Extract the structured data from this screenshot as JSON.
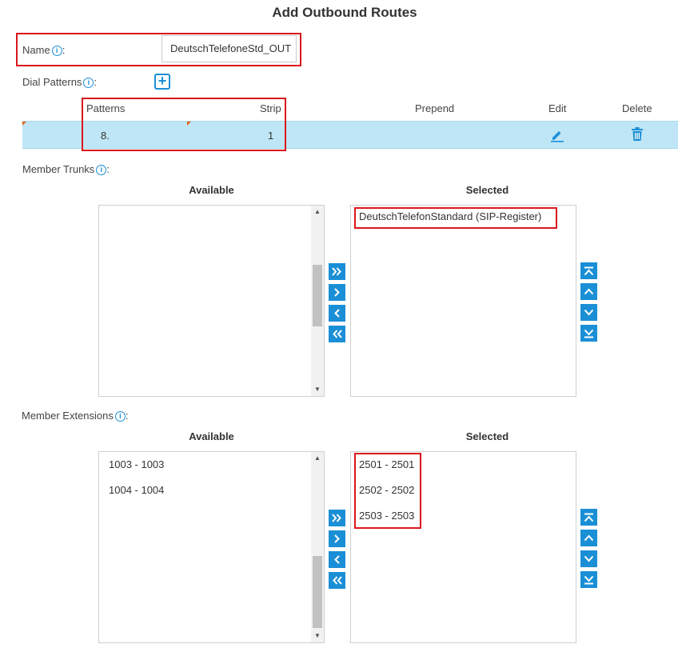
{
  "page": {
    "title": "Add Outbound Routes"
  },
  "name": {
    "label": "Name",
    "value": "DeutschTelefoneStd_OUT",
    "suffix": ":"
  },
  "dial_patterns": {
    "label": "Dial Patterns",
    "suffix": ":",
    "columns": [
      "Patterns",
      "Strip",
      "Prepend",
      "Edit",
      "Delete"
    ],
    "rows": [
      {
        "pattern": "8.",
        "strip": "1",
        "prepend": ""
      }
    ]
  },
  "member_trunks": {
    "label": "Member Trunks",
    "suffix": ":",
    "available_header": "Available",
    "selected_header": "Selected",
    "available": [],
    "selected": [
      "DeutschTelefonStandard (SIP-Register)"
    ]
  },
  "member_extensions": {
    "label": "Member Extensions",
    "suffix": ":",
    "available_header": "Available",
    "selected_header": "Selected",
    "available": [
      "1003 - 1003",
      "1004 - 1004"
    ],
    "selected": [
      "2501 - 2501",
      "2502 - 2502",
      "2503 - 2503"
    ]
  },
  "icons": {
    "info": "info-icon",
    "add": "add-icon",
    "edit": "edit-pencil-icon",
    "delete": "trash-icon",
    "move_all_right": "double-chevron-right-icon",
    "move_right": "chevron-right-icon",
    "move_left": "chevron-left-icon",
    "move_all_left": "double-chevron-left-icon",
    "move_top": "move-top-icon",
    "move_up": "chevron-up-icon",
    "move_down": "chevron-down-icon",
    "move_bottom": "move-bottom-icon"
  },
  "colors": {
    "accent": "#1a8fd6",
    "highlight_row": "#bfe6f6",
    "annotation_red": "#d9161c",
    "corner_marker": "#e2601d"
  }
}
